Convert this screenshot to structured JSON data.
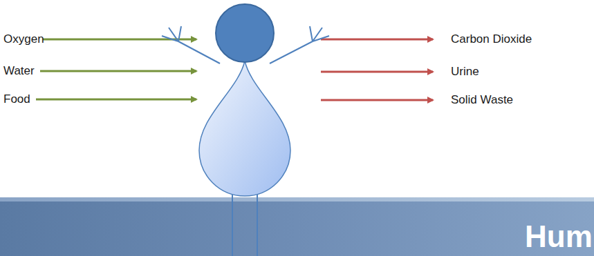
{
  "diagram": {
    "nodes": [
      {
        "text": [
          "Hum"
        ]
      }
    ],
    "labels": [
      "Oxygen",
      "Water",
      "Food",
      "Carbon Dioxide",
      "Urine",
      "Solid Waste"
    ]
  }
}
